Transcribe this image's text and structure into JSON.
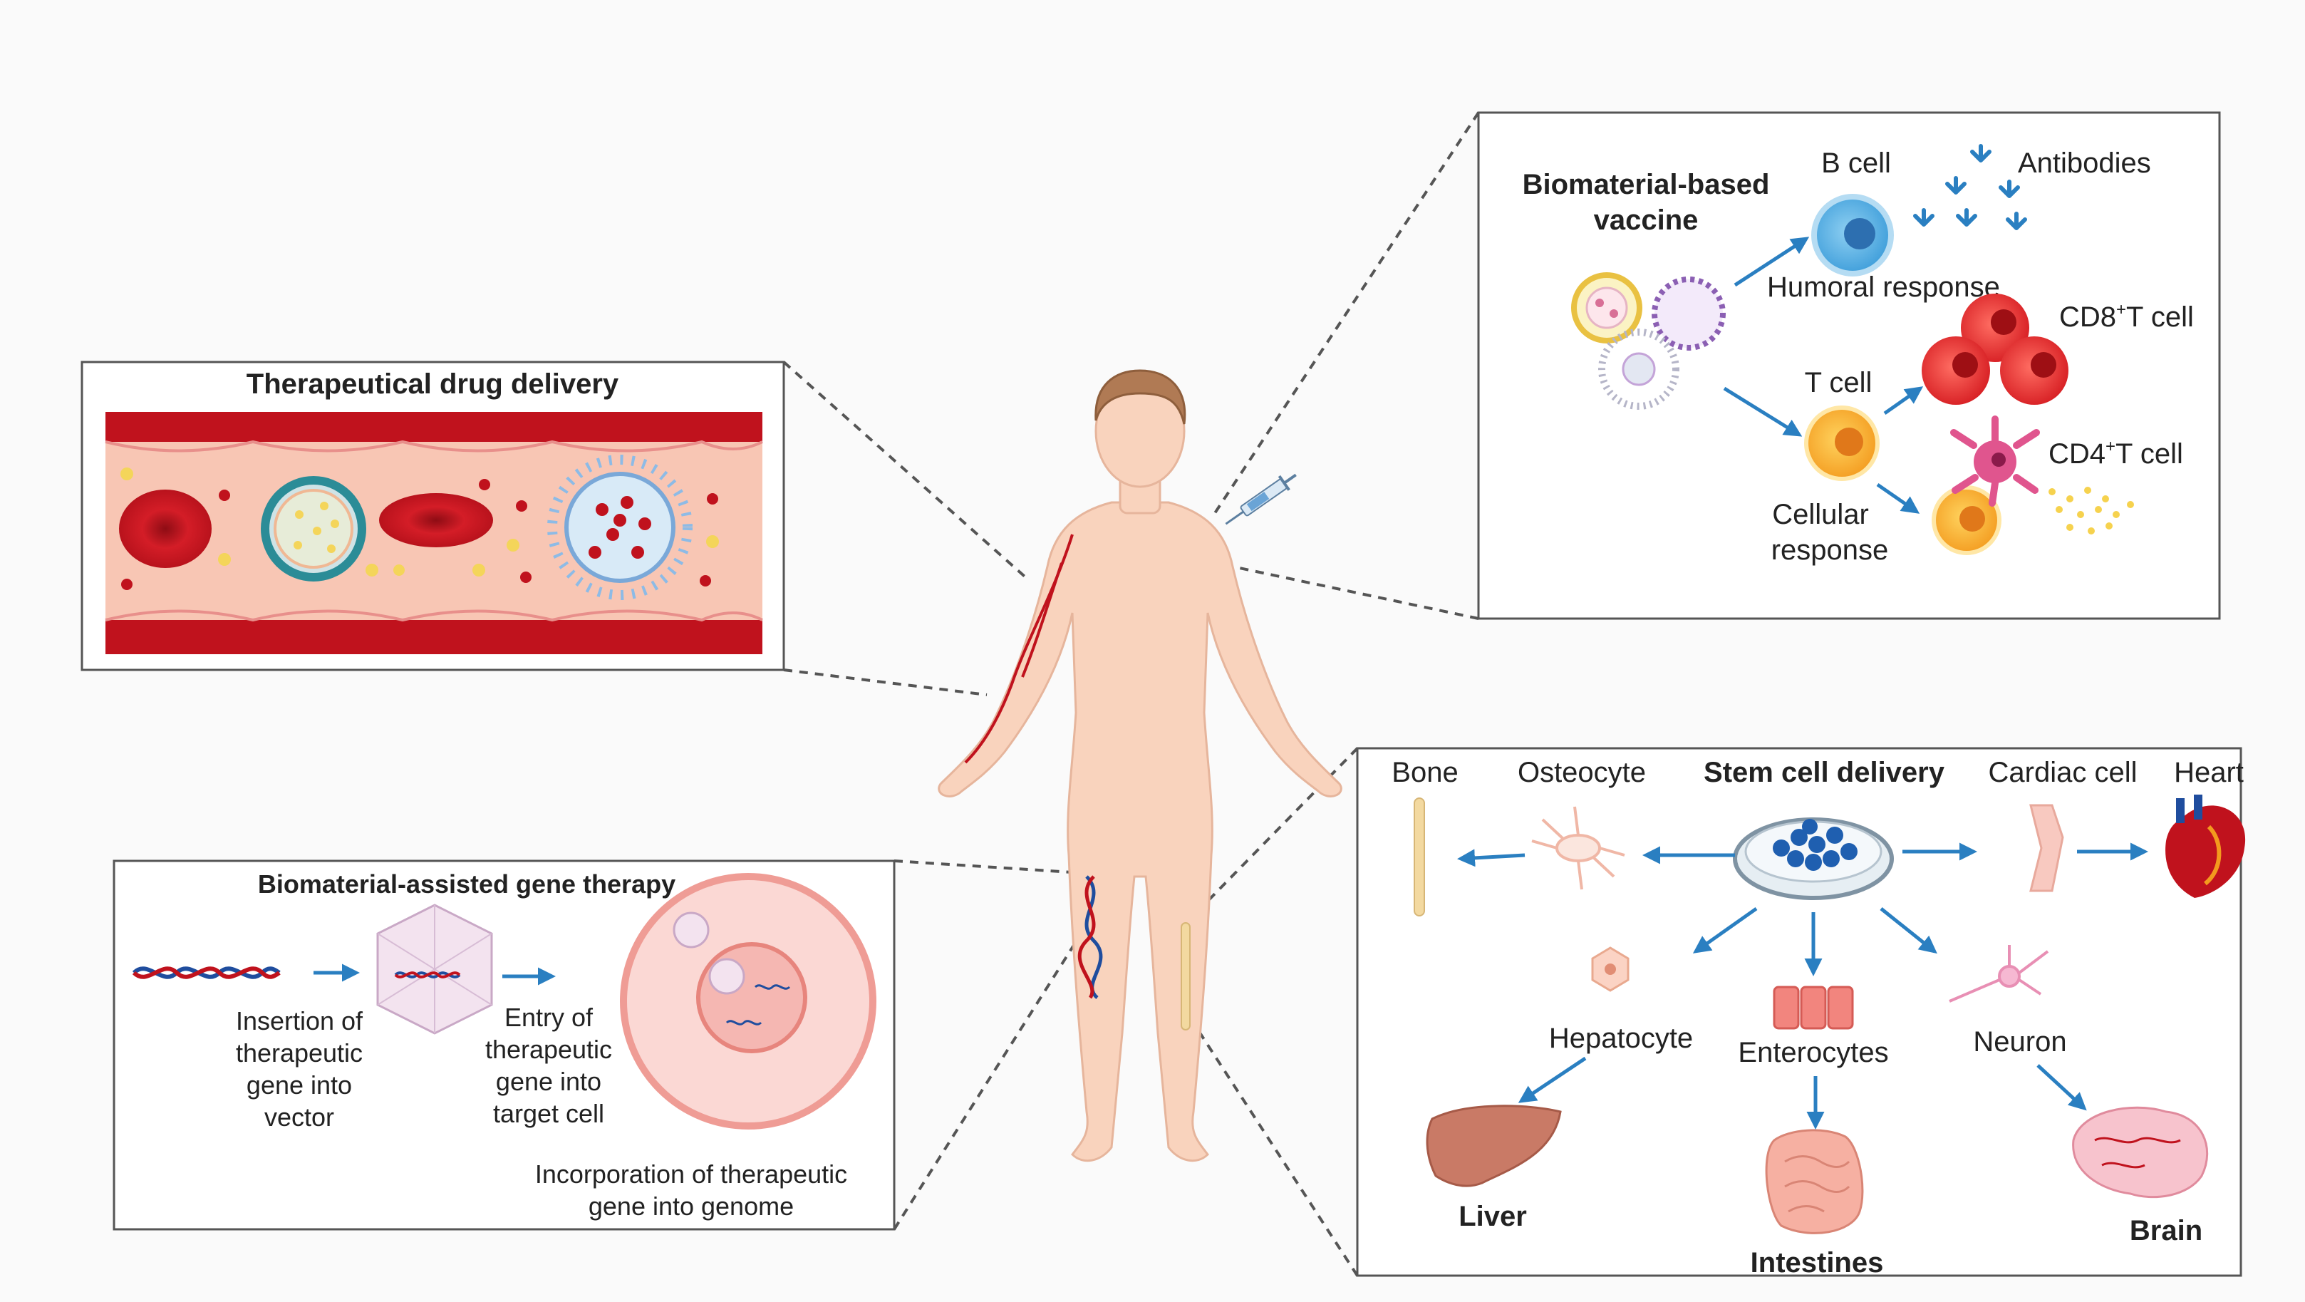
{
  "panels": {
    "drug": {
      "title": "Therapeutical drug delivery"
    },
    "vaccine": {
      "title_line1": "Biomaterial-based",
      "title_line2": "vaccine",
      "b_cell": "B cell",
      "antibodies": "Antibodies",
      "humoral": "Humoral response",
      "cd8": "CD8",
      "cd8_suffix": "T cell",
      "t_cell": "T cell",
      "cd4": "CD4",
      "cd4_suffix": "T cell",
      "cellular_line1": "Cellular",
      "cellular_line2": "response",
      "superscript": "+"
    },
    "gene": {
      "title": "Biomaterial-assisted gene therapy",
      "insertion": [
        "Insertion of",
        "therapeutic",
        "gene into",
        "vector"
      ],
      "entry": [
        "Entry of",
        "therapeutic",
        "gene into",
        "target cell"
      ],
      "incorporation": [
        "Incorporation of therapeutic",
        "gene into genome"
      ]
    },
    "stem": {
      "title": "Stem cell delivery",
      "bone": "Bone",
      "osteocyte": "Osteocyte",
      "cardiac": "Cardiac cell",
      "heart": "Heart",
      "hepatocyte": "Hepatocyte",
      "enterocytes": "Enterocytes",
      "neuron": "Neuron",
      "liver": "Liver",
      "intestines": "Intestines",
      "brain": "Brain"
    }
  },
  "colors": {
    "skin": "#f9d3bd",
    "skin_stroke": "#e6b59c",
    "blood": "#c0121d",
    "vessel_bg": "#f8c6b4",
    "arrow": "#2a7fc1",
    "panel_border": "#555555",
    "dashed": "#555555"
  }
}
